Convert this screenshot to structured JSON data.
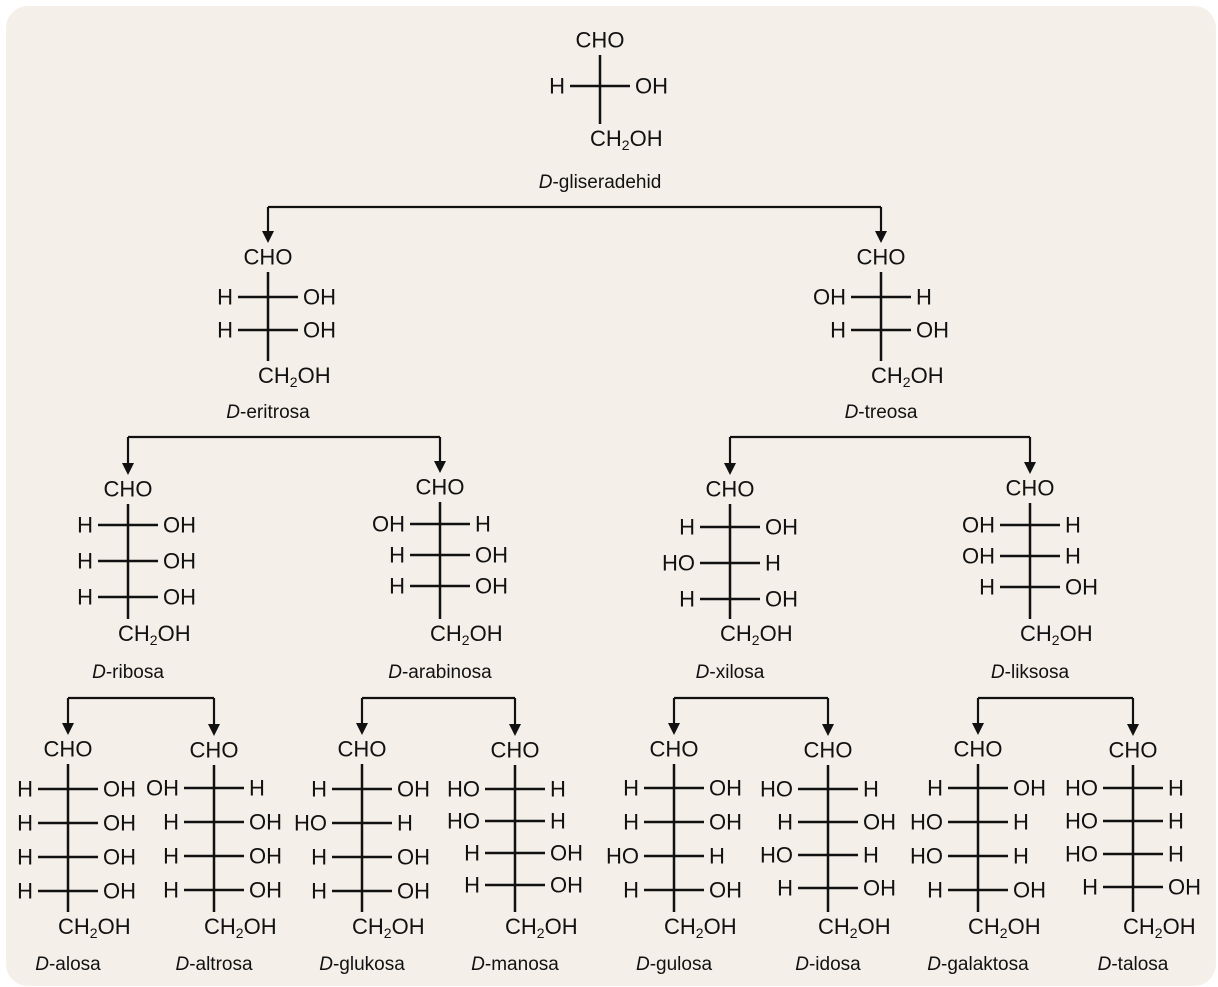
{
  "colors": {
    "background": "#f4efe8",
    "ink": "#111111"
  },
  "top_group": "CHO",
  "bottom_group": "CH",
  "subscript": "2",
  "bottom_tail": "OH",
  "label_prefix": "D",
  "molecules": [
    {
      "id": "gliseradehid",
      "suffix": "-gliseradehid",
      "rows": [
        [
          "H",
          "OH"
        ]
      ]
    },
    {
      "id": "eritrosa",
      "suffix": "-eritrosa",
      "rows": [
        [
          "H",
          "OH"
        ],
        [
          "H",
          "OH"
        ]
      ]
    },
    {
      "id": "treosa",
      "suffix": "-treosa",
      "rows": [
        [
          "OH",
          "H"
        ],
        [
          "H",
          "OH"
        ]
      ]
    },
    {
      "id": "ribosa",
      "suffix": "-ribosa",
      "rows": [
        [
          "H",
          "OH"
        ],
        [
          "H",
          "OH"
        ],
        [
          "H",
          "OH"
        ]
      ]
    },
    {
      "id": "arabinosa",
      "suffix": "-arabinosa",
      "rows": [
        [
          "OH",
          "H"
        ],
        [
          "H",
          "OH"
        ],
        [
          "H",
          "OH"
        ]
      ]
    },
    {
      "id": "xilosa",
      "suffix": "-xilosa",
      "rows": [
        [
          "H",
          "OH"
        ],
        [
          "HO",
          "H"
        ],
        [
          "H",
          "OH"
        ]
      ]
    },
    {
      "id": "liksosa",
      "suffix": "-liksosa",
      "rows": [
        [
          "OH",
          "H"
        ],
        [
          "OH",
          "H"
        ],
        [
          "H",
          "OH"
        ]
      ]
    },
    {
      "id": "alosa",
      "suffix": "-alosa",
      "rows": [
        [
          "H",
          "OH"
        ],
        [
          "H",
          "OH"
        ],
        [
          "H",
          "OH"
        ],
        [
          "H",
          "OH"
        ]
      ]
    },
    {
      "id": "altrosa",
      "suffix": "-altrosa",
      "rows": [
        [
          "OH",
          "H"
        ],
        [
          "H",
          "OH"
        ],
        [
          "H",
          "OH"
        ],
        [
          "H",
          "OH"
        ]
      ]
    },
    {
      "id": "glukosa",
      "suffix": "-glukosa",
      "rows": [
        [
          "H",
          "OH"
        ],
        [
          "HO",
          "H"
        ],
        [
          "H",
          "OH"
        ],
        [
          "H",
          "OH"
        ]
      ]
    },
    {
      "id": "manosa",
      "suffix": "-manosa",
      "rows": [
        [
          "HO",
          "H"
        ],
        [
          "HO",
          "H"
        ],
        [
          "H",
          "OH"
        ],
        [
          "H",
          "OH"
        ]
      ]
    },
    {
      "id": "gulosa",
      "suffix": "-gulosa",
      "rows": [
        [
          "H",
          "OH"
        ],
        [
          "H",
          "OH"
        ],
        [
          "HO",
          "H"
        ],
        [
          "H",
          "OH"
        ]
      ]
    },
    {
      "id": "idosa",
      "suffix": "-idosa",
      "rows": [
        [
          "HO",
          "H"
        ],
        [
          "H",
          "OH"
        ],
        [
          "HO",
          "H"
        ],
        [
          "H",
          "OH"
        ]
      ]
    },
    {
      "id": "galaktosa",
      "suffix": "-galaktosa",
      "rows": [
        [
          "H",
          "OH"
        ],
        [
          "HO",
          "H"
        ],
        [
          "HO",
          "H"
        ],
        [
          "H",
          "OH"
        ]
      ]
    },
    {
      "id": "talosa",
      "suffix": "-talosa",
      "rows": [
        [
          "HO",
          "H"
        ],
        [
          "HO",
          "H"
        ],
        [
          "HO",
          "H"
        ],
        [
          "H",
          "OH"
        ]
      ]
    }
  ],
  "edges": [
    [
      "gliseradehid",
      "eritrosa"
    ],
    [
      "gliseradehid",
      "treosa"
    ],
    [
      "eritrosa",
      "ribosa"
    ],
    [
      "eritrosa",
      "arabinosa"
    ],
    [
      "treosa",
      "xilosa"
    ],
    [
      "treosa",
      "liksosa"
    ],
    [
      "ribosa",
      "alosa"
    ],
    [
      "ribosa",
      "altrosa"
    ],
    [
      "arabinosa",
      "glukosa"
    ],
    [
      "arabinosa",
      "manosa"
    ],
    [
      "xilosa",
      "gulosa"
    ],
    [
      "xilosa",
      "idosa"
    ],
    [
      "liksosa",
      "galaktosa"
    ],
    [
      "liksosa",
      "talosa"
    ]
  ]
}
